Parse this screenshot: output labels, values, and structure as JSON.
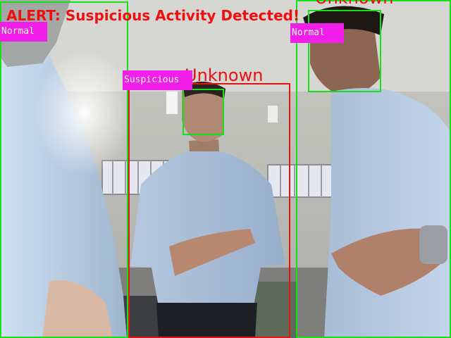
{
  "alert": {
    "text": "ALERT: Suspicious Activity Detected!"
  },
  "detections": {
    "left": {
      "status": "Normal"
    },
    "center": {
      "status": "Suspicious",
      "identity": "Unknown"
    },
    "right": {
      "status": "Normal",
      "identity": "Unknown"
    }
  },
  "colors": {
    "normal_box": "#14e11a",
    "suspicious_box": "#e11414",
    "tag_background": "#f01ee8",
    "alert_text": "#ee1010"
  }
}
